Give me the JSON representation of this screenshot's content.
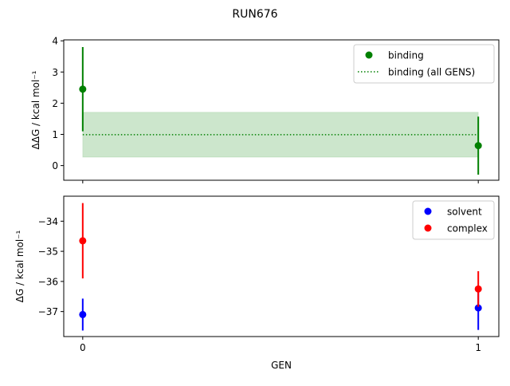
{
  "chart_data": {
    "title": "RUN676",
    "xlabel": "GEN",
    "x_ticks": [
      "0",
      "1"
    ],
    "xlim": [
      -0.048,
      1.052
    ],
    "panels": [
      {
        "type": "scatter",
        "ylabel": "ΔΔG / kcal mol⁻¹",
        "ylim": [
          -0.47,
          4.03
        ],
        "y_ticks": [
          0,
          1,
          2,
          3,
          4
        ],
        "legend": "top-right",
        "series": [
          {
            "name": "binding",
            "color": "#008000",
            "x": [
              0,
              1
            ],
            "y": [
              2.45,
              0.64
            ],
            "err": [
              1.35,
              0.93
            ]
          }
        ],
        "band": {
          "name": "binding (all GENS)",
          "color": "#008000",
          "value": 0.99,
          "err": 0.72,
          "x_range": [
            0,
            1
          ]
        }
      },
      {
        "type": "scatter",
        "ylabel": "ΔG / kcal mol⁻¹",
        "ylim": [
          -37.83,
          -33.17
        ],
        "y_ticks": [
          -37,
          -36,
          -35,
          -34
        ],
        "legend": "top-right",
        "series": [
          {
            "name": "solvent",
            "color": "#0000ff",
            "x": [
              0,
              1
            ],
            "y": [
              -37.1,
              -36.88
            ],
            "err": [
              0.53,
              0.73
            ]
          },
          {
            "name": "complex",
            "color": "#ff0000",
            "x": [
              0,
              1
            ],
            "y": [
              -34.65,
              -36.25
            ],
            "err": [
              1.25,
              0.59
            ]
          }
        ]
      }
    ]
  }
}
